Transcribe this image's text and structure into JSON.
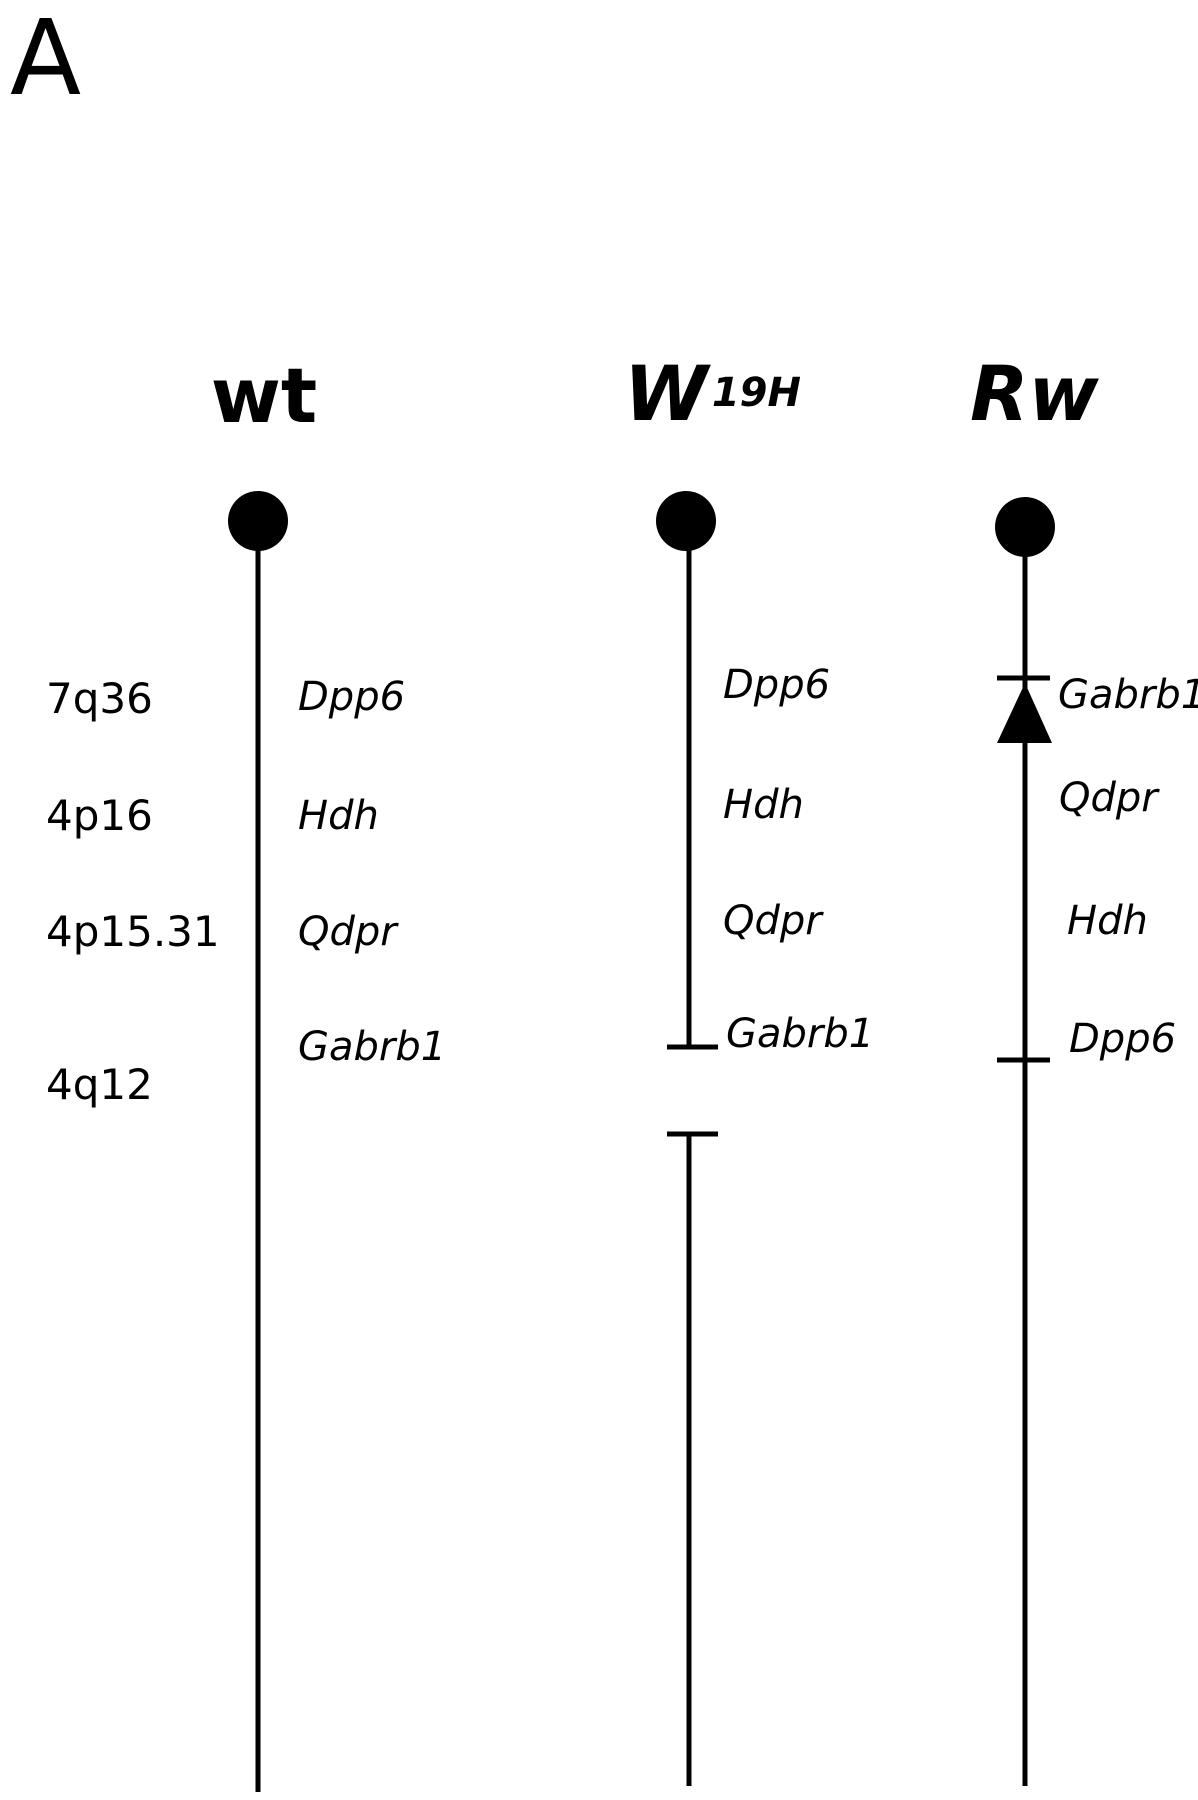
{
  "panel_label": "A",
  "chromosomes": [
    {
      "id": "wt",
      "label": "wt",
      "bands": [
        "7q36",
        "4p16",
        "4p15.31",
        "4q12"
      ],
      "genes": [
        "Dpp6",
        "Hdh",
        "Qdpr",
        "Gabrb1"
      ]
    },
    {
      "id": "w19h",
      "label": "W",
      "label_sup": "19H",
      "genes": [
        "Dpp6",
        "Hdh",
        "Qdpr",
        "Gabrb1"
      ]
    },
    {
      "id": "rw",
      "label": "Rw",
      "genes": [
        "Gabrb1",
        "Qdpr",
        "Hdh",
        "Dpp6"
      ]
    }
  ]
}
